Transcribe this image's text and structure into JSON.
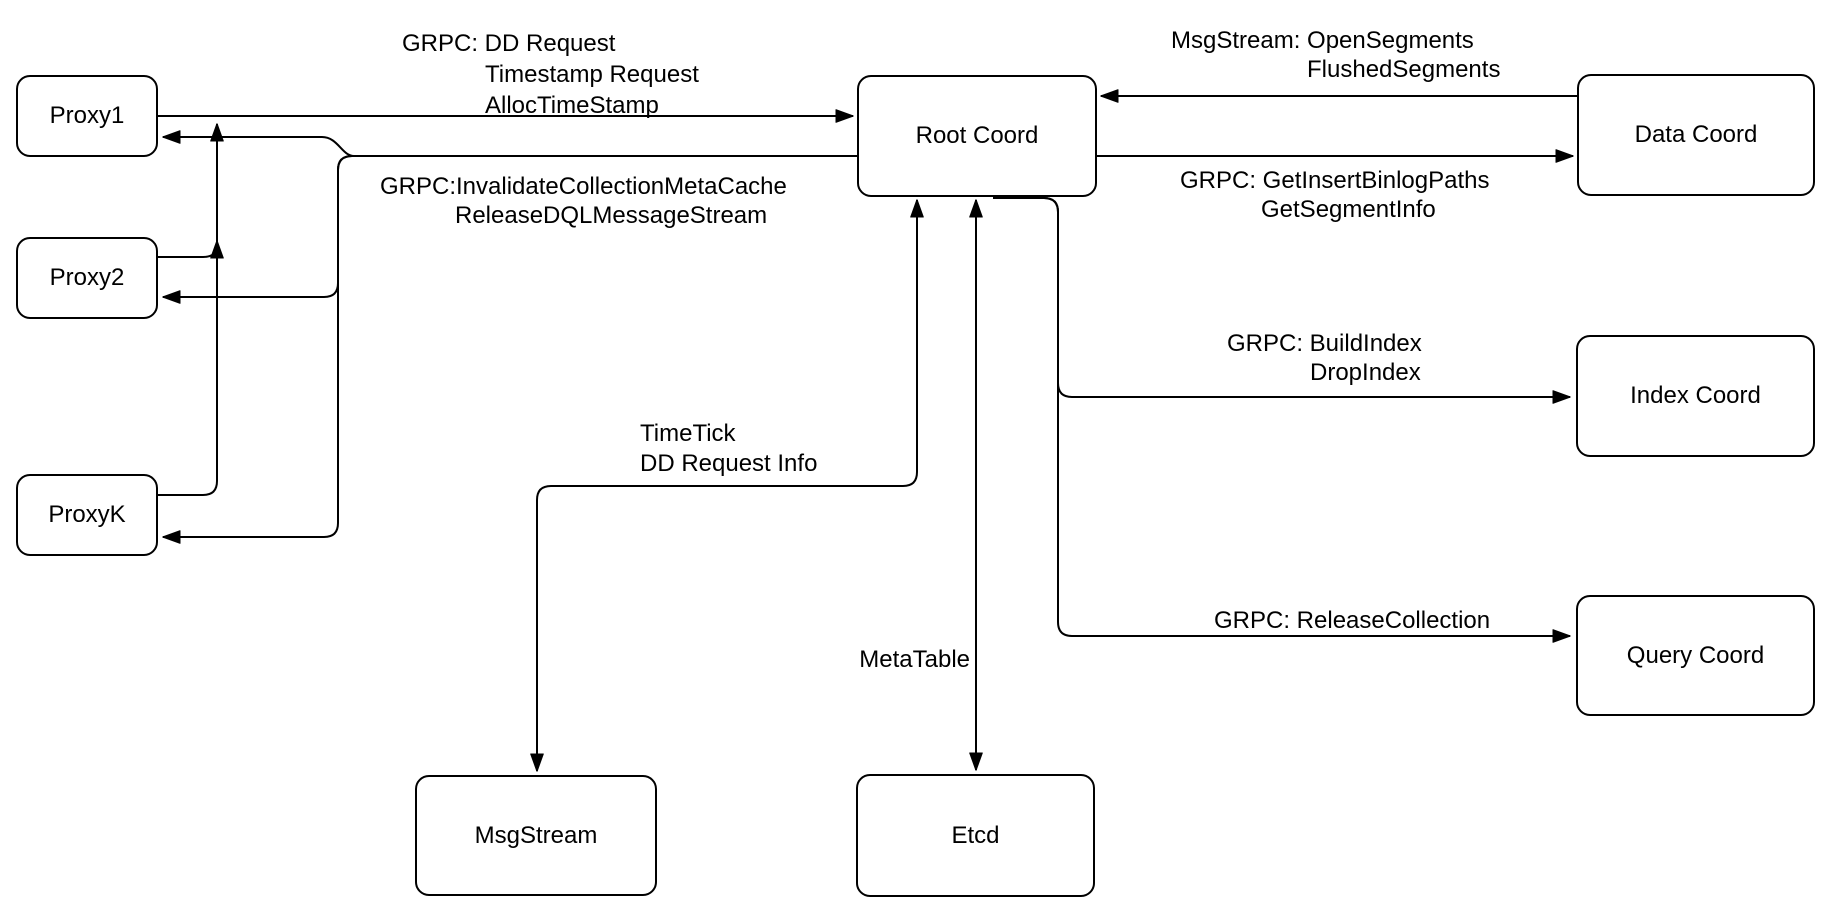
{
  "diagram": {
    "nodes": {
      "proxy1": {
        "label": "Proxy1"
      },
      "proxy2": {
        "label": "Proxy2"
      },
      "proxyk": {
        "label": "ProxyK"
      },
      "root_coord": {
        "label": "Root Coord"
      },
      "data_coord": {
        "label": "Data Coord"
      },
      "index_coord": {
        "label": "Index Coord"
      },
      "query_coord": {
        "label": "Query Coord"
      },
      "msgstream": {
        "label": "MsgStream"
      },
      "etcd": {
        "label": "Etcd"
      }
    },
    "edge_labels": {
      "proxy_to_root": {
        "line1": "GRPC: DD Request",
        "line2": "Timestamp Request",
        "line3": "AllocTimeStamp"
      },
      "root_to_proxies": {
        "line1": "GRPC:InvalidateCollectionMetaCache",
        "line2": "ReleaseDQLMessageStream"
      },
      "data_to_root": {
        "line1": "MsgStream: OpenSegments",
        "line2": "FlushedSegments"
      },
      "root_to_data": {
        "line1": "GRPC: GetInsertBinlogPaths",
        "line2": "GetSegmentInfo"
      },
      "root_to_index": {
        "line1": "GRPC: BuildIndex",
        "line2": "DropIndex"
      },
      "root_to_query": {
        "line1": "GRPC: ReleaseCollection"
      },
      "root_to_msgstream": {
        "line1": "TimeTick",
        "line2": "DD Request Info"
      },
      "root_to_etcd": {
        "line1": "MetaTable"
      }
    },
    "colors": {
      "line": "#000000",
      "node_fill": "#ffffff",
      "node_border": "#000000",
      "text": "#000000"
    }
  }
}
